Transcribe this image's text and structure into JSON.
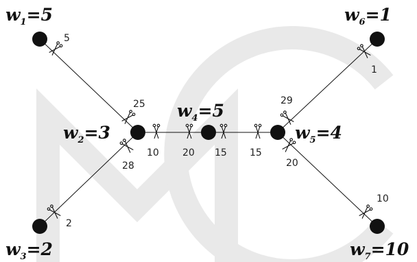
{
  "nodes": [
    {
      "id": "v1",
      "var": "w",
      "sub": "1",
      "eq": "=",
      "val": "5"
    },
    {
      "id": "v2",
      "var": "w",
      "sub": "2",
      "eq": "=",
      "val": "3"
    },
    {
      "id": "v3",
      "var": "w",
      "sub": "3",
      "eq": "=",
      "val": "2"
    },
    {
      "id": "v4",
      "var": "w",
      "sub": "4",
      "eq": "=",
      "val": "5"
    },
    {
      "id": "v5",
      "var": "w",
      "sub": "5",
      "eq": "=",
      "val": "4"
    },
    {
      "id": "v6",
      "var": "w",
      "sub": "6",
      "eq": "=",
      "val": "1"
    },
    {
      "id": "v7",
      "var": "w",
      "sub": "7",
      "eq": "=",
      "val": "10"
    }
  ],
  "edges": [
    {
      "from": "v1",
      "to": "v2",
      "cut_costs": [
        "5",
        "25"
      ]
    },
    {
      "from": "v2",
      "to": "v3",
      "cut_costs": [
        "28",
        "2"
      ]
    },
    {
      "from": "v2",
      "to": "v4",
      "cut_costs": [
        "10",
        "20"
      ]
    },
    {
      "from": "v4",
      "to": "v5",
      "cut_costs": [
        "15",
        "15"
      ]
    },
    {
      "from": "v5",
      "to": "v6",
      "cut_costs": [
        "29",
        "1"
      ]
    },
    {
      "from": "v5",
      "to": "v7",
      "cut_costs": [
        "20",
        "10"
      ]
    }
  ],
  "icons": {
    "cut_marker": "scissors-icon"
  }
}
